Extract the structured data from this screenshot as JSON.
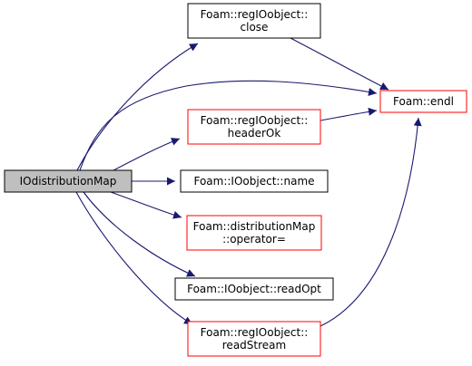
{
  "colors": {
    "edge": "#191970",
    "box_default": "#000000",
    "box_undocumented": "#ff0000",
    "root_fill": "#bfbfbf",
    "node_fill": "#ffffff"
  },
  "nodes": [
    {
      "id": "root",
      "lines": [
        "IOdistributionMap"
      ],
      "style": "root"
    },
    {
      "id": "close",
      "lines": [
        "Foam::regIOobject::",
        "close"
      ],
      "style": "default"
    },
    {
      "id": "endl",
      "lines": [
        "Foam::endl"
      ],
      "style": "undocumented"
    },
    {
      "id": "headerOk",
      "lines": [
        "Foam::regIOobject::",
        "headerOk"
      ],
      "style": "undocumented"
    },
    {
      "id": "name",
      "lines": [
        "Foam::IOobject::name"
      ],
      "style": "default"
    },
    {
      "id": "opassign",
      "lines": [
        "Foam::distributionMap",
        "::operator="
      ],
      "style": "undocumented"
    },
    {
      "id": "readOpt",
      "lines": [
        "Foam::IOobject::readOpt"
      ],
      "style": "default"
    },
    {
      "id": "readStream",
      "lines": [
        "Foam::regIOobject::",
        "readStream"
      ],
      "style": "undocumented"
    }
  ],
  "edges": [
    {
      "from": "root",
      "to": "close"
    },
    {
      "from": "root",
      "to": "endl"
    },
    {
      "from": "root",
      "to": "headerOk"
    },
    {
      "from": "root",
      "to": "name"
    },
    {
      "from": "root",
      "to": "opassign"
    },
    {
      "from": "root",
      "to": "readOpt"
    },
    {
      "from": "root",
      "to": "readStream"
    },
    {
      "from": "close",
      "to": "endl"
    },
    {
      "from": "headerOk",
      "to": "endl"
    },
    {
      "from": "readStream",
      "to": "endl"
    }
  ]
}
